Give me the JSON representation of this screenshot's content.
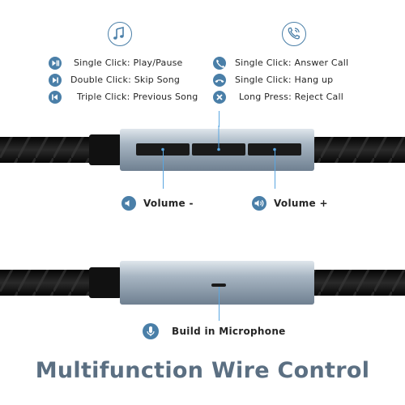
{
  "top_icons": {
    "music": "music-note-icon",
    "phone": "phone-icon"
  },
  "music_controls": [
    {
      "icon": "play-pause-icon",
      "label": "Single Click: Play/Pause"
    },
    {
      "icon": "skip-next-icon",
      "label": "Double Click: Skip Song"
    },
    {
      "icon": "skip-previous-icon",
      "label": "Triple Click: Previous Song"
    }
  ],
  "call_controls": [
    {
      "icon": "answer-call-icon",
      "label": "Single Click: Answer Call"
    },
    {
      "icon": "hang-up-icon",
      "label": "Single Click: Hang up"
    },
    {
      "icon": "reject-call-icon",
      "label": "Long Press: Reject Call"
    }
  ],
  "volume": {
    "down_label": "Volume -",
    "up_label": "Volume +"
  },
  "microphone": {
    "label": "Build in Microphone"
  },
  "title": "Multifunction Wire Control",
  "colors": {
    "accent": "#4a7fa8",
    "title": "#5b6f82",
    "cable": "#151515",
    "remote_body": "#a9b6c3"
  }
}
